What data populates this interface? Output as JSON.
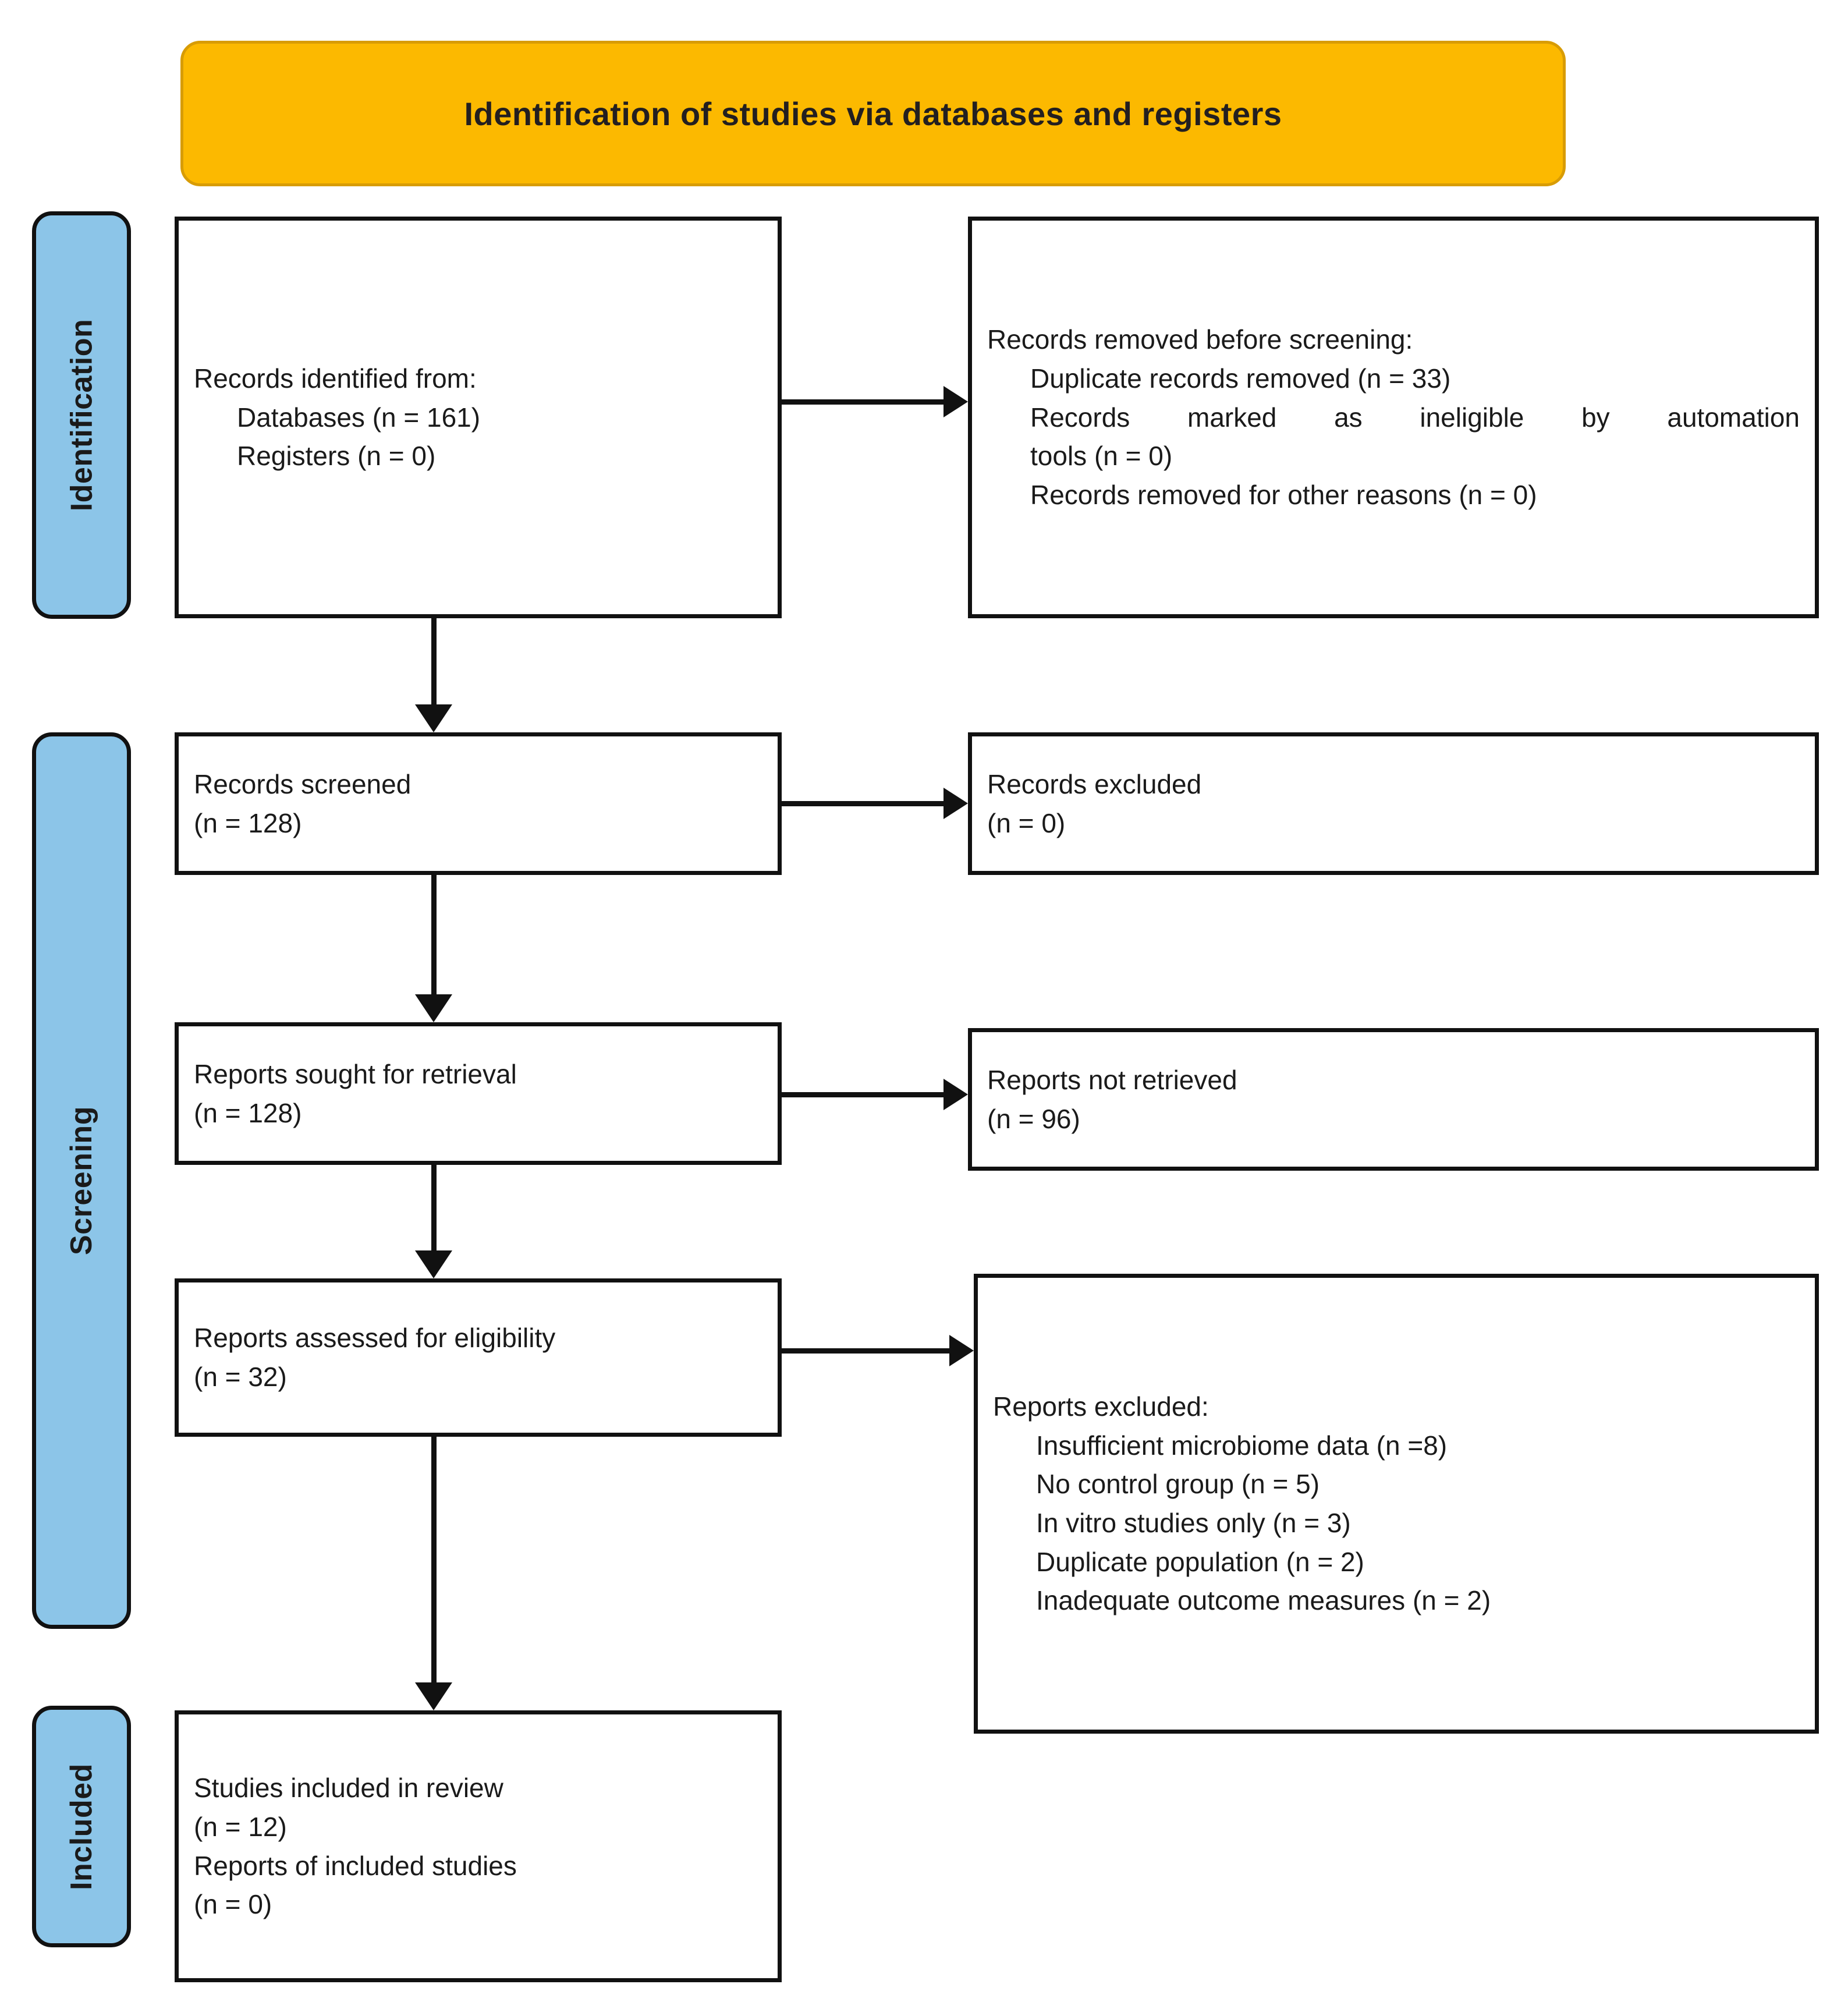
{
  "header": {
    "title": "Identification of studies via databases and registers",
    "background_color": "#FCB900",
    "border_color": "#D89C05"
  },
  "stages": {
    "color": "#8CC5E8",
    "identification": "Identification",
    "screening": "Screening",
    "included": "Included"
  },
  "boxes": {
    "identified": {
      "line1": "Records identified from:",
      "line2": "Databases (n = 161)",
      "line3": "Registers (n = 0)"
    },
    "removed": {
      "line1": "Records removed before screening:",
      "line2": "Duplicate records removed (n = 33)",
      "line3": "Records marked as ineligible by automation",
      "line4": "tools (n = 0)",
      "line5": "Records removed for other reasons (n = 0)"
    },
    "screened": {
      "line1": "Records screened",
      "line2": "(n = 128)"
    },
    "records_excluded": {
      "line1": "Records excluded",
      "line2": "(n = 0)"
    },
    "sought": {
      "line1": "Reports sought for retrieval",
      "line2": "(n = 128)"
    },
    "not_retrieved": {
      "line1": "Reports not retrieved",
      "line2": "(n = 96)"
    },
    "assessed": {
      "line1": "Reports assessed for eligibility",
      "line2": "(n = 32)"
    },
    "reports_excluded": {
      "line1": "Reports excluded:",
      "line2": "Insufficient microbiome data  (n =8)",
      "line3": "No control group (n = 5)",
      "line4": "In vitro studies only (n = 3)",
      "line5": "Duplicate population (n = 2)",
      "line6": "Inadequate outcome measures (n = 2)"
    },
    "included": {
      "line1": "Studies included in review",
      "line2": "(n = 12)",
      "line3": "Reports of included studies",
      "line4": "(n = 0)"
    }
  },
  "chart_data": {
    "type": "diagram",
    "title": "Identification of studies via databases and registers",
    "nodes": [
      {
        "id": "identified",
        "stage": "Identification",
        "label": "Records identified from: Databases (n = 161); Registers (n = 0)",
        "values": {
          "databases": 161,
          "registers": 0
        }
      },
      {
        "id": "removed",
        "stage": "Identification",
        "label": "Records removed before screening",
        "values": {
          "duplicate_records_removed": 33,
          "marked_ineligible_by_automation_tools": 0,
          "removed_for_other_reasons": 0
        }
      },
      {
        "id": "screened",
        "stage": "Screening",
        "label": "Records screened",
        "values": {
          "n": 128
        }
      },
      {
        "id": "records_excluded",
        "stage": "Screening",
        "label": "Records excluded",
        "values": {
          "n": 0
        }
      },
      {
        "id": "sought",
        "stage": "Screening",
        "label": "Reports sought for retrieval",
        "values": {
          "n": 128
        }
      },
      {
        "id": "not_retrieved",
        "stage": "Screening",
        "label": "Reports not retrieved",
        "values": {
          "n": 96
        }
      },
      {
        "id": "assessed",
        "stage": "Screening",
        "label": "Reports assessed for eligibility",
        "values": {
          "n": 32
        }
      },
      {
        "id": "reports_excluded",
        "stage": "Screening",
        "label": "Reports excluded",
        "values": {
          "insufficient_microbiome_data": 8,
          "no_control_group": 5,
          "in_vitro_studies_only": 3,
          "duplicate_population": 2,
          "inadequate_outcome_measures": 2
        }
      },
      {
        "id": "included",
        "stage": "Included",
        "label": "Studies included in review",
        "values": {
          "studies": 12,
          "reports_of_included_studies": 0
        }
      }
    ],
    "edges": [
      {
        "from": "identified",
        "to": "removed",
        "direction": "right"
      },
      {
        "from": "identified",
        "to": "screened",
        "direction": "down"
      },
      {
        "from": "screened",
        "to": "records_excluded",
        "direction": "right"
      },
      {
        "from": "screened",
        "to": "sought",
        "direction": "down"
      },
      {
        "from": "sought",
        "to": "not_retrieved",
        "direction": "right"
      },
      {
        "from": "sought",
        "to": "assessed",
        "direction": "down"
      },
      {
        "from": "assessed",
        "to": "reports_excluded",
        "direction": "right"
      },
      {
        "from": "assessed",
        "to": "included",
        "direction": "down"
      }
    ]
  }
}
